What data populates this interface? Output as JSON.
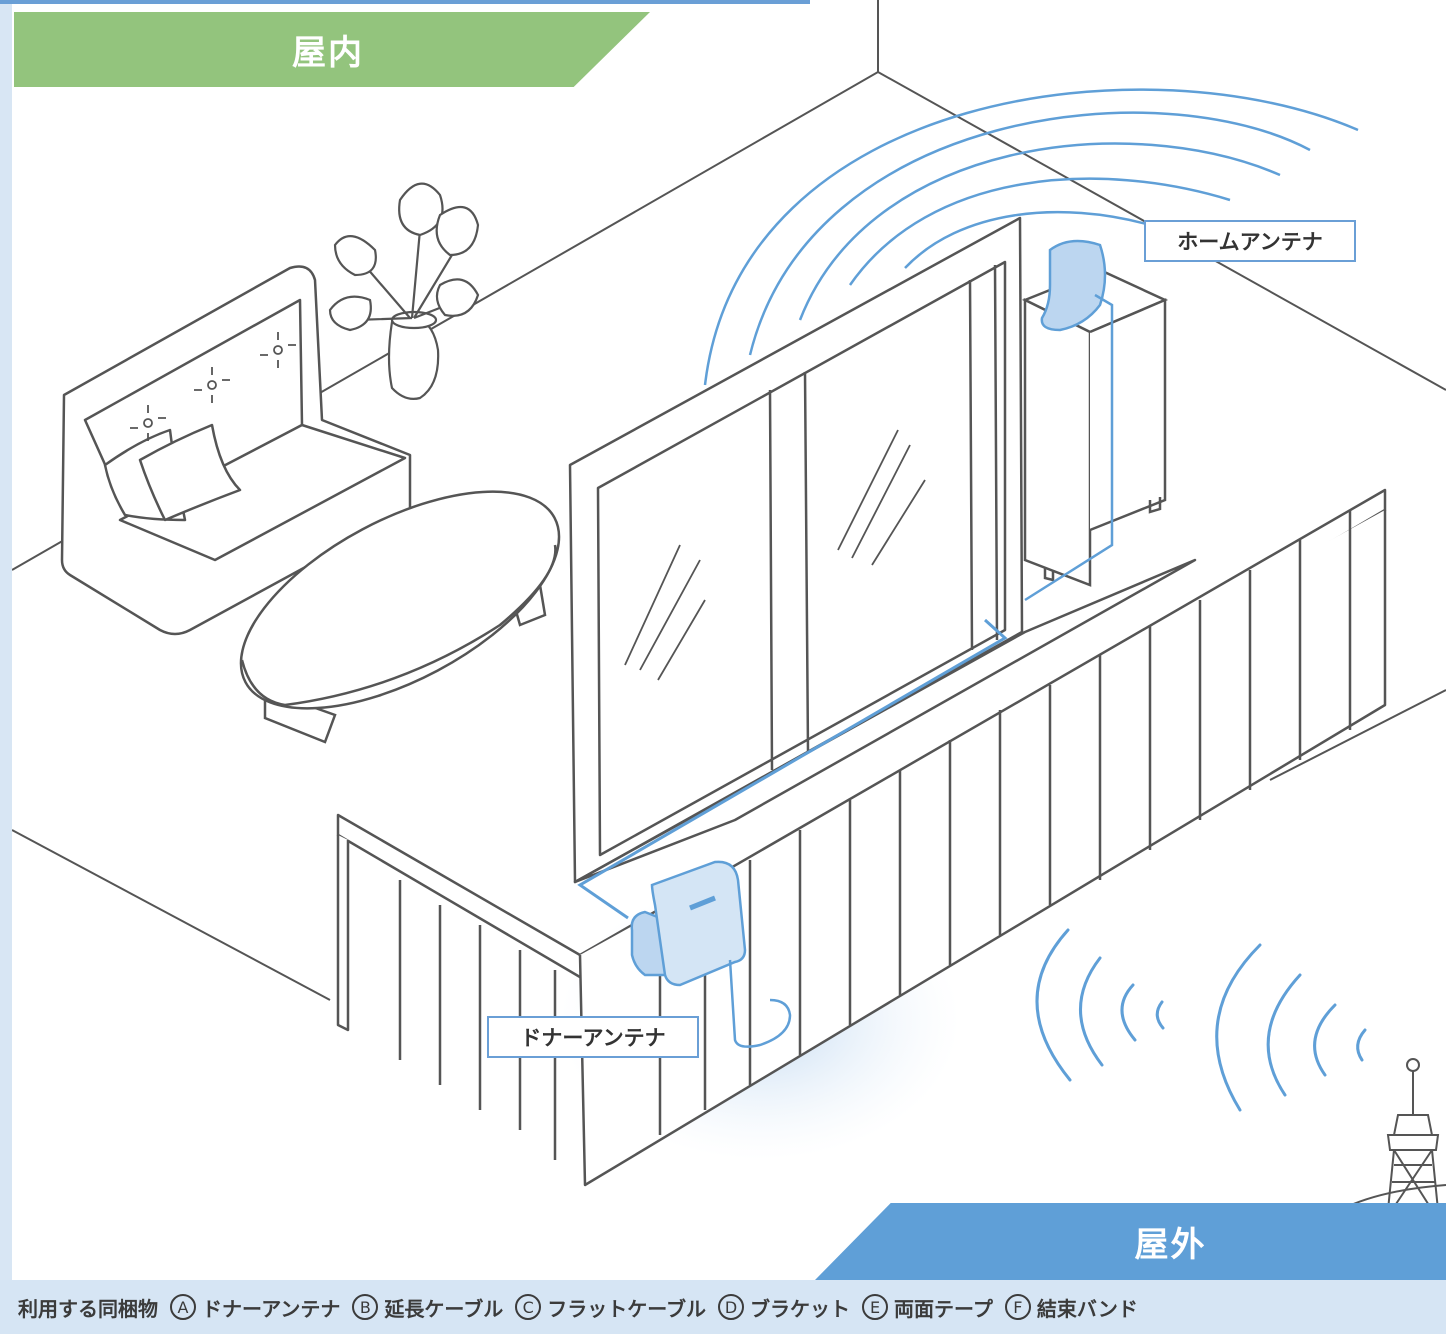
{
  "banners": {
    "indoor": "屋内",
    "outdoor": "屋外"
  },
  "labels": {
    "home_antenna": "ホームアンテナ",
    "donor_antenna": "ドナーアンテナ"
  },
  "footer": {
    "title": "利用する同梱物",
    "items": [
      {
        "letter": "A",
        "name": "ドナーアンテナ"
      },
      {
        "letter": "B",
        "name": "延長ケーブル"
      },
      {
        "letter": "C",
        "name": "フラットケーブル"
      },
      {
        "letter": "D",
        "name": "ブラケット"
      },
      {
        "letter": "E",
        "name": "両面テープ"
      },
      {
        "letter": "F",
        "name": "結束バンド"
      }
    ]
  },
  "colors": {
    "indoor": "#93c47d",
    "outdoor": "#5f9fd7",
    "accent": "#6a9fd6",
    "footer_bg": "#d6e5f4"
  },
  "icons": [
    "sofa-icon",
    "plant-icon",
    "table-icon",
    "window-icon",
    "home-antenna-icon",
    "donor-antenna-icon",
    "signal-tower-icon",
    "signal-wave-icon"
  ]
}
